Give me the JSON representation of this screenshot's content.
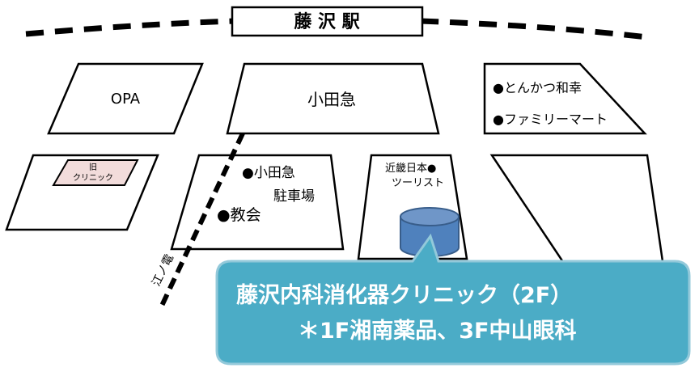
{
  "station": {
    "label": "藤 沢 駅"
  },
  "buildings": {
    "opa": "OPA",
    "odakyu": "小田急",
    "old_clinic": [
      "旧",
      "クリニック"
    ]
  },
  "pois": {
    "tonkatsu": "●とんかつ和幸",
    "familymart": "●ファミリーマート",
    "parking": [
      "●小田急",
      "駐車場"
    ],
    "church": "●教会",
    "kinki": [
      "近畿日本●",
      "ツーリスト"
    ]
  },
  "railway": {
    "label": "江ノ電"
  },
  "callout": {
    "line1": "藤沢内科消化器クリニック（2F）",
    "line2": "＊1F湘南薬品、3F中山眼科"
  },
  "colors": {
    "callout_fill": "#4bacc6",
    "callout_stroke": "#93c9da",
    "clinic_marker": "#4f81bd",
    "old_clinic_fill": "#f2dcdb"
  }
}
